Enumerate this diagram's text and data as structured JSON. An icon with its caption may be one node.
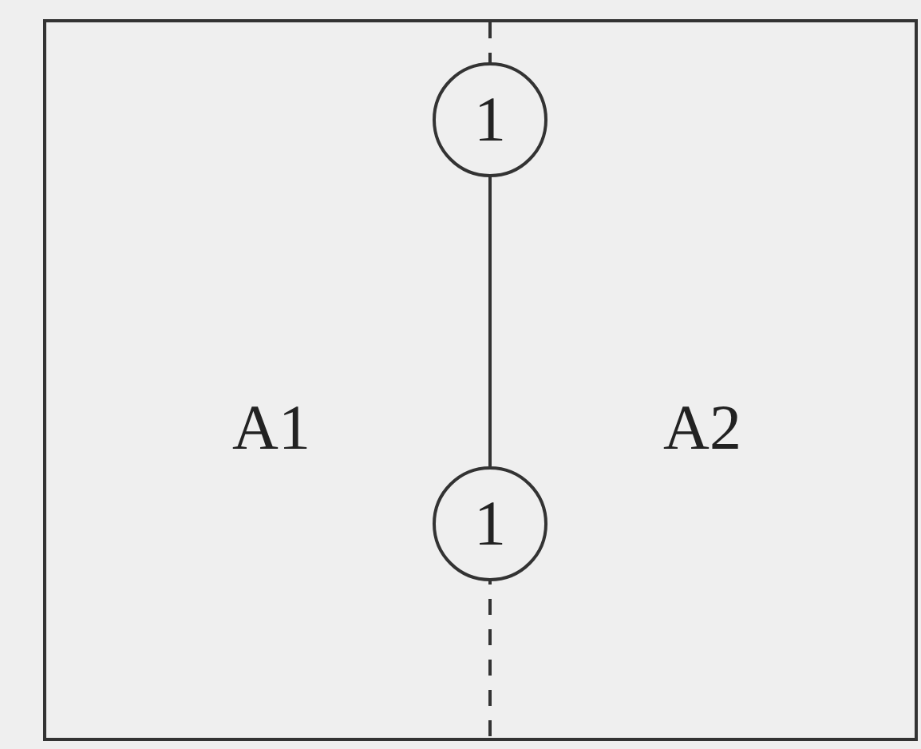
{
  "diagram": {
    "nodes": [
      {
        "text": [
          "1"
        ]
      },
      {
        "text": [
          "1"
        ]
      }
    ],
    "edges": [
      {
        "from": 0,
        "to": 1,
        "arrow": "none"
      }
    ],
    "labels": [
      "A1",
      "A2"
    ]
  }
}
